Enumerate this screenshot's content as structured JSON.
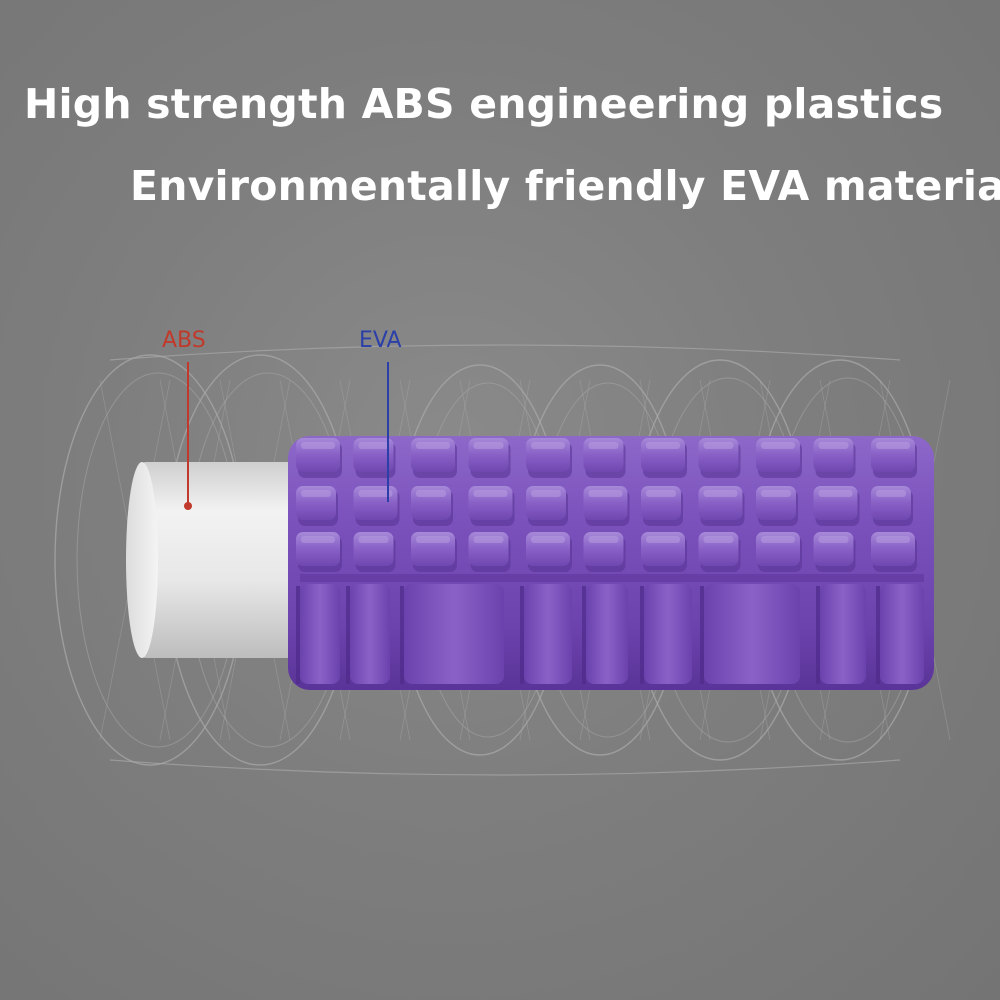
{
  "headlines": {
    "line1": "High strength ABS engineering plastics",
    "line2": "Environmentally friendly EVA material"
  },
  "callouts": {
    "abs": {
      "label": "ABS",
      "color": "#c0392b"
    },
    "eva": {
      "label": "EVA",
      "color": "#2b3fa8"
    }
  },
  "colors": {
    "background": "#7e7e7e",
    "headline_text": "#ffffff",
    "eva_foam": "#7b52b8",
    "abs_core": "#e6e6e6",
    "wireframe": "#a8a8a8"
  }
}
